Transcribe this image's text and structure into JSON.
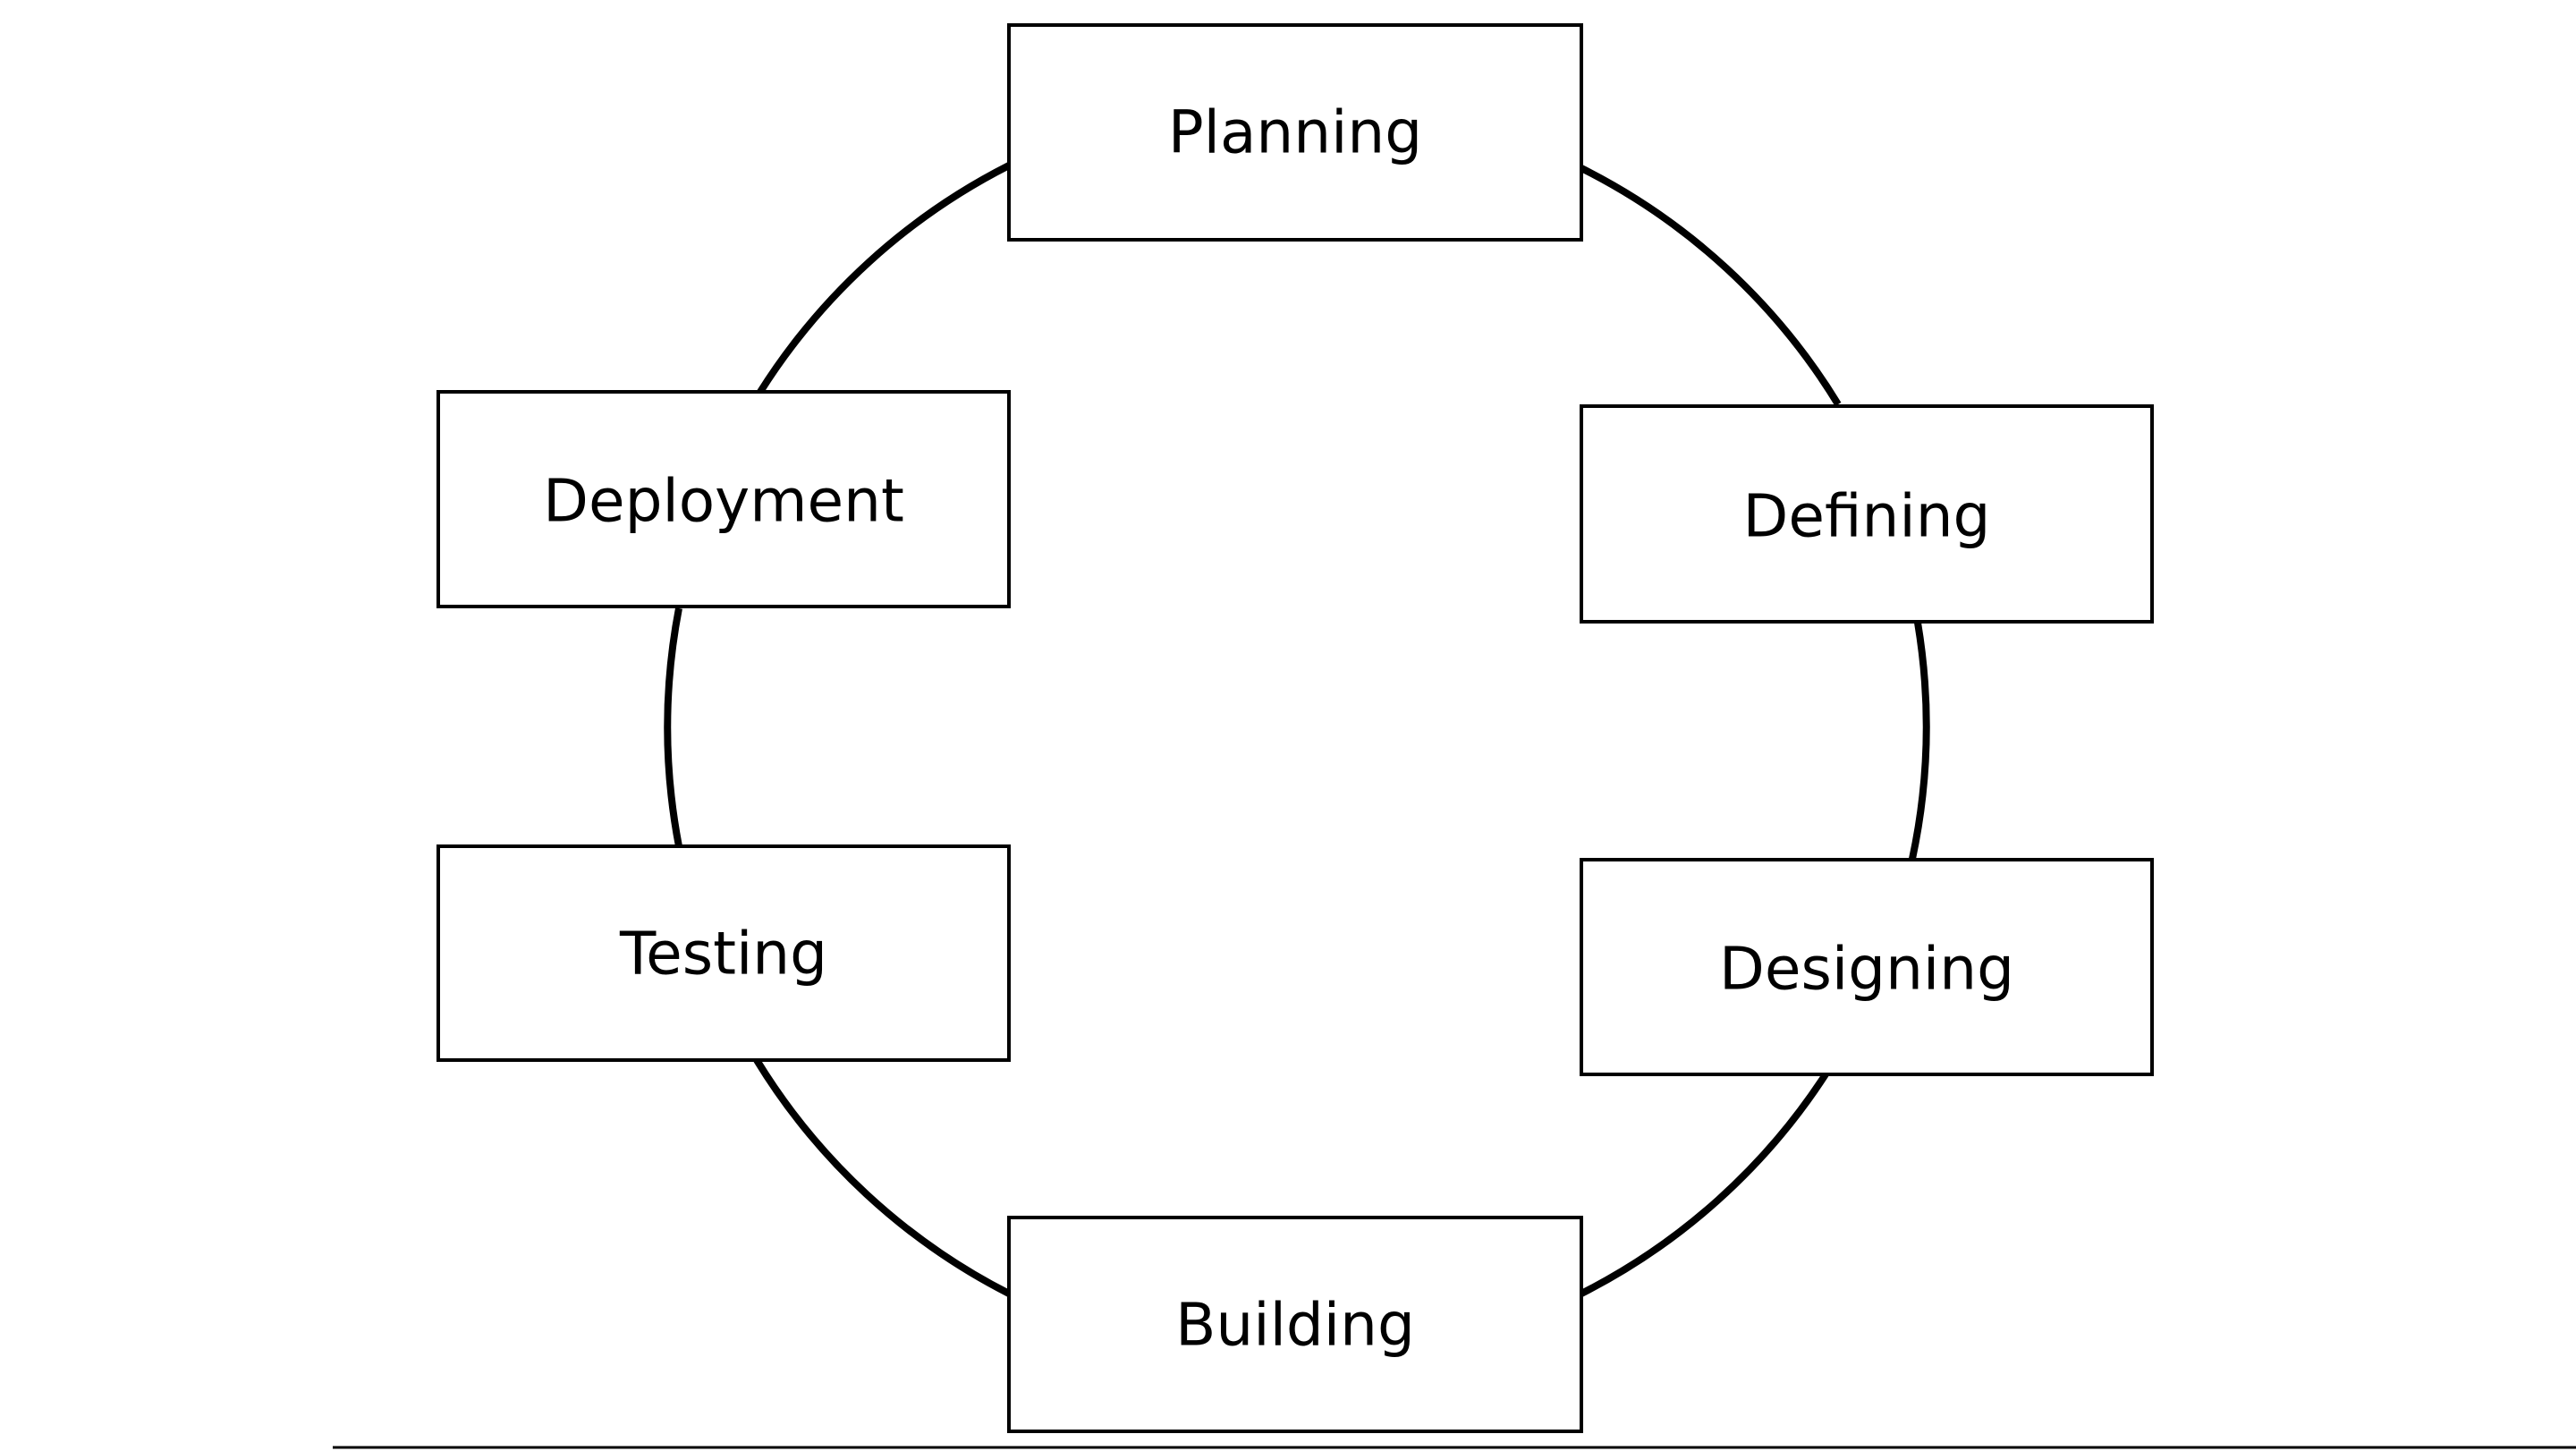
{
  "diagram": {
    "stages": [
      {
        "id": "planning",
        "label": "Planning"
      },
      {
        "id": "defining",
        "label": "Defining"
      },
      {
        "id": "designing",
        "label": "Designing"
      },
      {
        "id": "building",
        "label": "Building"
      },
      {
        "id": "testing",
        "label": "Testing"
      },
      {
        "id": "deployment",
        "label": "Deployment"
      }
    ],
    "colors": {
      "stroke": "#000000",
      "background": "#ffffff"
    }
  }
}
